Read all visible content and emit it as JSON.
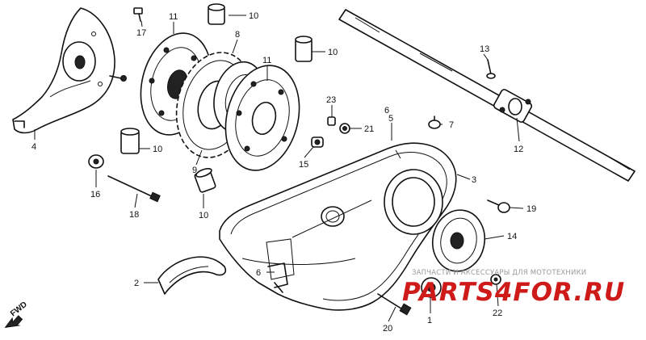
{
  "labels": {
    "p1": "1",
    "p2": "2",
    "p3": "3",
    "p4": "4",
    "p5": "5",
    "p6a": "6",
    "p6b": "6",
    "p7": "7",
    "p8": "8",
    "p9": "9",
    "p10a": "10",
    "p10b": "10",
    "p10c": "10",
    "p10d": "10",
    "p11a": "11",
    "p11b": "11",
    "p12": "12",
    "p13": "13",
    "p14": "14",
    "p15": "15",
    "p16": "16",
    "p17": "17",
    "p18": "18",
    "p19": "19",
    "p20": "20",
    "p21": "21",
    "p22": "22",
    "p23": "23"
  },
  "fwd": "FWD",
  "watermark": {
    "tagline": "ЗАПЧАСТИ И АКСЕССУАРЫ ДЛЯ МОТОТЕХНИКИ",
    "logo": "PARTS4FOR.RU"
  },
  "colors": {
    "ink": "#111111",
    "watermark_red": "#cf1a1a",
    "watermark_gray": "#9a9a9a"
  }
}
